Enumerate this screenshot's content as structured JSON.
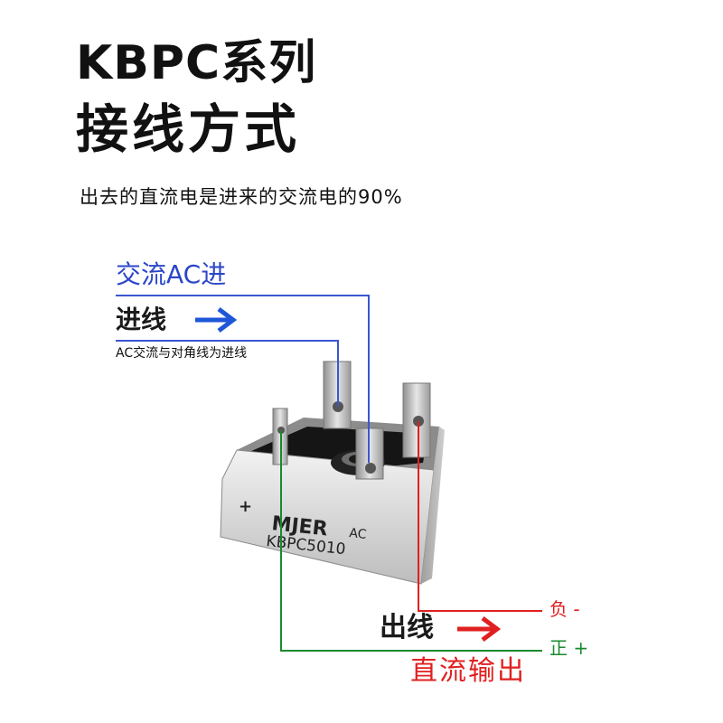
{
  "header": {
    "title_line1": "KBPC系列",
    "title_line2": "接线方式",
    "subtitle": "出去的直流电是进来的交流电的90%"
  },
  "ac_input": {
    "title": "交流AC进",
    "label": "进线",
    "note": "AC交流与对角线为进线"
  },
  "component": {
    "brand": "MJER",
    "ac_mark": "AC",
    "model": "KBPC5010",
    "plus_mark": "+"
  },
  "dc_output": {
    "negative_label": "负 -",
    "positive_label": "正 +",
    "label": "出线",
    "title": "直流输出"
  },
  "colors": {
    "ac_blue": "#2b46c8",
    "negative_red": "#e02020",
    "positive_green": "#1a8a2e",
    "arrow_blue": "#1e56d8",
    "arrow_red": "#e02020"
  },
  "icons": {
    "ac_arrow": "arrow-right-icon",
    "dc_arrow": "arrow-right-icon"
  }
}
